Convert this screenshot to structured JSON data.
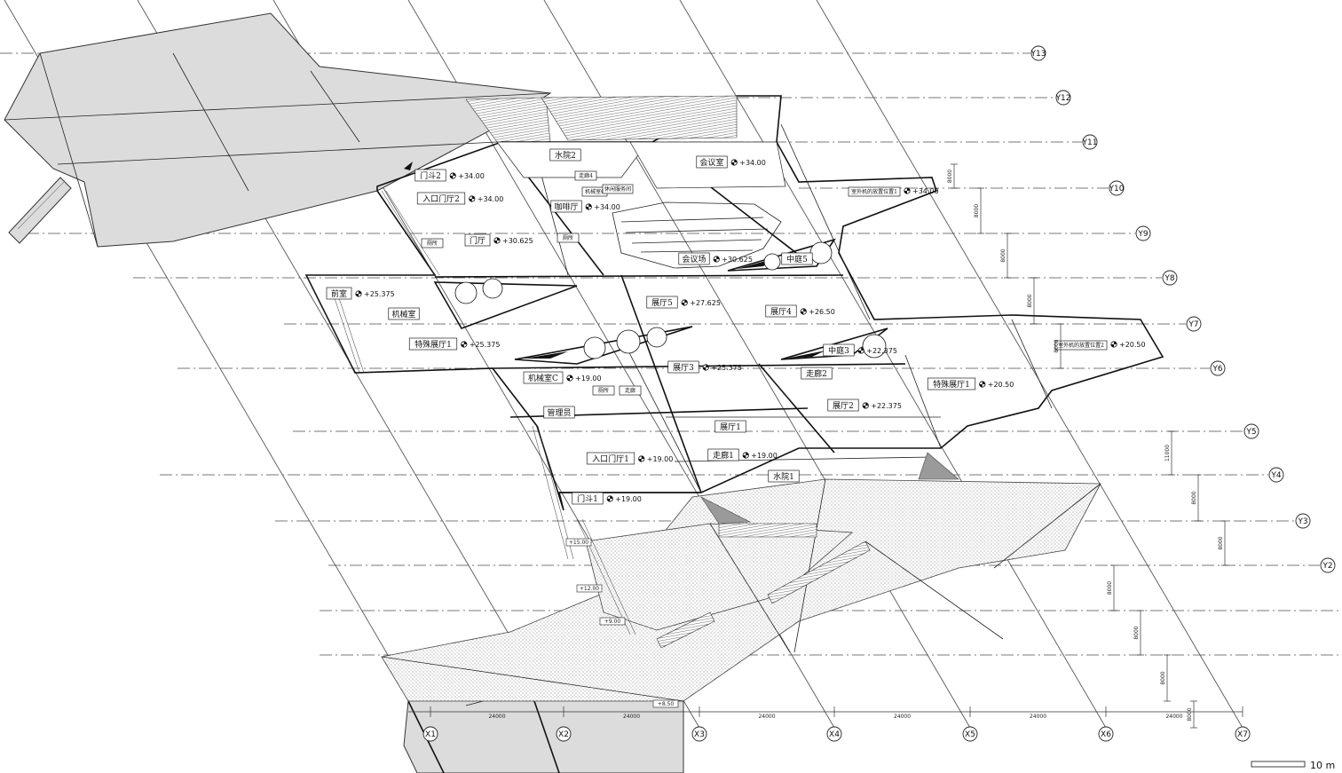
{
  "y_axes": [
    "Y13",
    "Y12",
    "Y11",
    "Y10",
    "Y9",
    "Y8",
    "Y7",
    "Y6",
    "Y5",
    "Y4",
    "Y3",
    "Y2"
  ],
  "x_axes": [
    "X1",
    "X2",
    "X3",
    "X4",
    "X5",
    "X6",
    "X7"
  ],
  "x_dimensions": [
    "24000",
    "24000",
    "24000",
    "24000",
    "24000",
    "24000"
  ],
  "y_dimensions": [
    "8000",
    "8000",
    "8000",
    "8000",
    "8000",
    "11000",
    "8000",
    "8000",
    "8000",
    "8000",
    "8000",
    "8000"
  ],
  "rooms": [
    {
      "name": "水院2",
      "elev": ""
    },
    {
      "name": "会议室",
      "elev": "+34.00"
    },
    {
      "name": "门斗2",
      "elev": "+34.00"
    },
    {
      "name": "走廊4",
      "elev": ""
    },
    {
      "name": "机械室6",
      "elev": ""
    },
    {
      "name": "休闲服务间",
      "elev": ""
    },
    {
      "name": "室外机的放置位置1",
      "elev": "+34.00"
    },
    {
      "name": "入口门厅2",
      "elev": "+34.00"
    },
    {
      "name": "咖啡厅",
      "elev": "+34.00"
    },
    {
      "name": "门厅",
      "elev": "+30.625"
    },
    {
      "name": "厕所",
      "elev": ""
    },
    {
      "name": "厕所",
      "elev": ""
    },
    {
      "name": "会议场",
      "elev": "+30.625"
    },
    {
      "name": "中庭5",
      "elev": ""
    },
    {
      "name": "前室",
      "elev": "+25.375"
    },
    {
      "name": "机械室",
      "elev": ""
    },
    {
      "name": "展厅5",
      "elev": "+27.625"
    },
    {
      "name": "展厅4",
      "elev": "+26.50"
    },
    {
      "name": "特殊展厅1",
      "elev": "+25.375"
    },
    {
      "name": "中庭3",
      "elev": "+22.375"
    },
    {
      "name": "室外机的放置位置2",
      "elev": "+20.50"
    },
    {
      "name": "机械室C",
      "elev": "+19.00"
    },
    {
      "name": "展厅3",
      "elev": "+25.375"
    },
    {
      "name": "走廊2",
      "elev": ""
    },
    {
      "name": "特殊展厅1",
      "elev": "+20.50"
    },
    {
      "name": "管理员",
      "elev": ""
    },
    {
      "name": "厕所",
      "elev": ""
    },
    {
      "name": "走廊",
      "elev": ""
    },
    {
      "name": "展厅2",
      "elev": "+22.375"
    },
    {
      "name": "展厅1",
      "elev": ""
    },
    {
      "name": "入口门厅1",
      "elev": "+19.00"
    },
    {
      "name": "走廊1",
      "elev": "+19.00"
    },
    {
      "name": "水院1",
      "elev": ""
    },
    {
      "name": "门斗1",
      "elev": "+19.00"
    }
  ],
  "ground_levels": [
    "+15.00",
    "+12.00",
    "+9.00",
    "+8.50"
  ],
  "scale_bar": "10 m"
}
